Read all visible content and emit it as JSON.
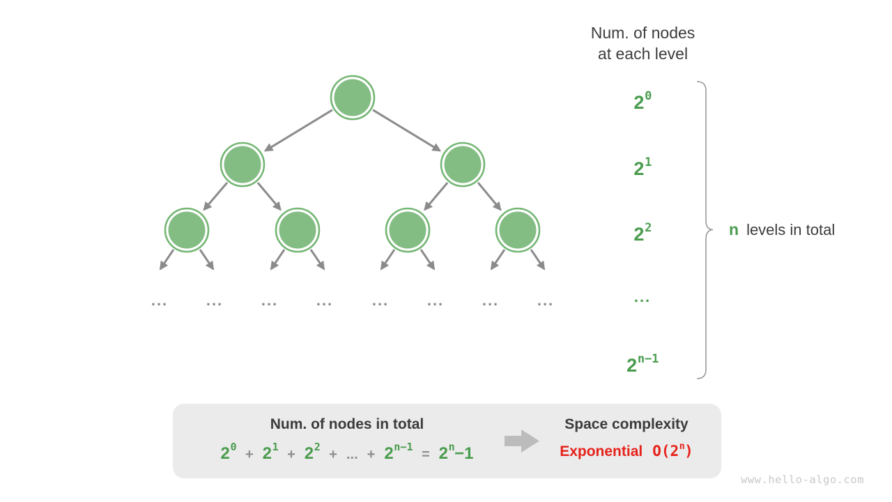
{
  "header": {
    "line1": "Num. of nodes",
    "line2": "at each level"
  },
  "level_labels": {
    "l0": {
      "base": "2",
      "exp": "0"
    },
    "l1": {
      "base": "2",
      "exp": "1"
    },
    "l2": {
      "base": "2",
      "exp": "2"
    },
    "ellipsis": "...",
    "ln": {
      "base": "2",
      "exp": "n−1"
    }
  },
  "brace_label": {
    "n": "n",
    "text": "levels in total"
  },
  "tree": {
    "leaf_ellipsis": "..."
  },
  "summary": {
    "nodes_title": "Num. of nodes in total",
    "formula": {
      "t1": {
        "base": "2",
        "exp": "0"
      },
      "t2": {
        "base": "2",
        "exp": "1"
      },
      "t3": {
        "base": "2",
        "exp": "2"
      },
      "t4": {
        "base": "2",
        "exp": "n−1"
      },
      "plus": "+",
      "dots": "...",
      "equals": "=",
      "result": {
        "base": "2",
        "exp": "n",
        "minus": "−1"
      }
    },
    "space_title": "Space complexity",
    "complexity": {
      "label": "Exponential",
      "o_prefix": "O(",
      "base": "2",
      "exp": "n",
      "o_close": ")"
    }
  },
  "watermark": "www.hello-algo.com",
  "colors": {
    "node_fill": "#84bd84",
    "node_ring": "#74b674",
    "edge_gray": "#8b8b8b",
    "text_green": "#4a9c4e",
    "text_dark": "#3b3b3b",
    "text_red": "#e7211a",
    "box_bg": "#ebebeb",
    "block_arrow": "#bcbcbc"
  }
}
